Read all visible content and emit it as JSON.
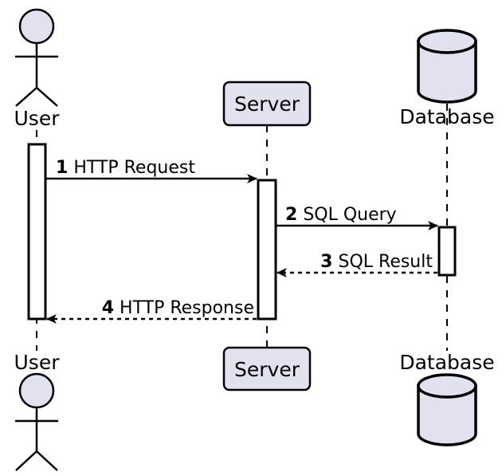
{
  "diagram": {
    "type": "uml-sequence-diagram",
    "colors": {
      "stroke": "#000000",
      "participant_fill": "#e1e1ef",
      "background": "#ffffff",
      "lifeline": "#000000",
      "activation_fill": "#ffffff"
    },
    "participants": [
      {
        "id": "user",
        "name": "User",
        "shape": "actor",
        "label_top": "User",
        "label_bottom": "User"
      },
      {
        "id": "server",
        "name": "Server",
        "shape": "rounded-box",
        "label_top": "Server",
        "label_bottom": "Server"
      },
      {
        "id": "database",
        "name": "Database",
        "shape": "cylinder",
        "label_top": "Database",
        "label_bottom": "Database"
      }
    ],
    "messages": [
      {
        "seq": "1",
        "label": "HTTP Request",
        "from": "user",
        "to": "server",
        "style": "solid",
        "direction": "right"
      },
      {
        "seq": "2",
        "label": "SQL Query",
        "from": "server",
        "to": "database",
        "style": "solid",
        "direction": "right"
      },
      {
        "seq": "3",
        "label": "SQL Result",
        "from": "database",
        "to": "server",
        "style": "dashed",
        "direction": "left"
      },
      {
        "seq": "4",
        "label": "HTTP Response",
        "from": "server",
        "to": "user",
        "style": "dashed",
        "direction": "left"
      }
    ]
  }
}
